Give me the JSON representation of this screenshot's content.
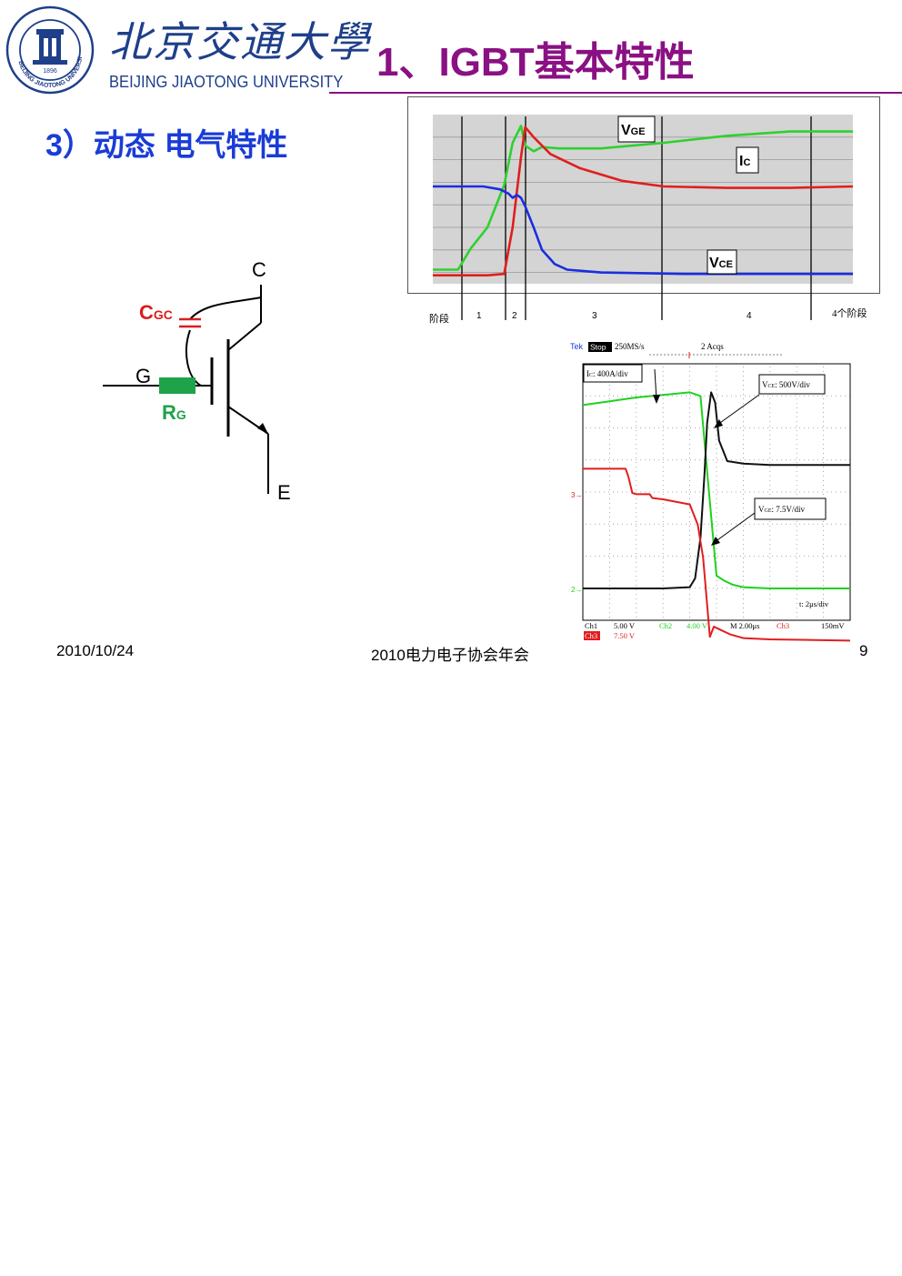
{
  "header": {
    "logo_cn": "北京交通大學",
    "logo_en": "BEIJING JIAOTONG UNIVERSITY",
    "seal_text": "BEIJING JIAOTONG UNIVERSITY",
    "seal_year": "1896",
    "title": "1、IGBT基本特性",
    "subtitle": "3）动态 电气特性",
    "accent_color": "#8a1083",
    "subtitle_color": "#1a3cd6"
  },
  "circuit": {
    "label_c": "C",
    "label_cgc": "C",
    "label_cgc_sub": "GC",
    "label_g": "G",
    "label_rg": "R",
    "label_rg_sub": "G",
    "label_e": "E",
    "resistor_color": "#1fa34a",
    "capacitor_color": "#d81e1e"
  },
  "chart_top": {
    "type": "line",
    "stage_axis_label": "阶段",
    "stage_labels": [
      "1",
      "2",
      "3",
      "4"
    ],
    "stage_end_label": "4个阶段",
    "series": [
      {
        "name": "V",
        "sub": "GE",
        "color": "#2ed12e",
        "x": [
          0,
          6,
          9,
          13,
          17,
          19,
          21,
          22,
          24,
          26,
          30,
          40,
          55,
          70,
          85,
          100
        ],
        "y": [
          10,
          10,
          25,
          40,
          70,
          100,
          112,
          98,
          94,
          97,
          96,
          96,
          100,
          105,
          108,
          108
        ]
      },
      {
        "name": "I",
        "sub": "C",
        "color": "#e01e1e",
        "x": [
          0,
          13,
          17,
          19,
          21,
          22,
          24,
          28,
          35,
          45,
          55,
          70,
          85,
          100
        ],
        "y": [
          6,
          6,
          7,
          40,
          90,
          111,
          104,
          92,
          82,
          73,
          69,
          68,
          68,
          69
        ]
      },
      {
        "name": "V",
        "sub": "CE",
        "color": "#1a2ee0",
        "x": [
          0,
          12,
          16,
          18,
          19,
          20,
          21,
          22,
          24,
          26,
          29,
          32,
          40,
          60,
          100
        ],
        "y": [
          69,
          69,
          67,
          64,
          61,
          63,
          61,
          55,
          40,
          24,
          14,
          10,
          8,
          7,
          7
        ]
      }
    ]
  },
  "chart_bottom": {
    "type": "line",
    "header_tek": "Tek",
    "header_stop": "Stop",
    "header_rate": "250MS/s",
    "header_acqs": "2 Acqs",
    "ann_ic": "I",
    "ann_ic_sub": "C",
    "ann_ic_rest": ": 400A/div",
    "ann_vce": "V",
    "ann_vce_sub": "CE",
    "ann_vce_rest": ": 500V/div",
    "ann_vge": "V",
    "ann_vge_sub": "GE",
    "ann_vge_rest": ": 7.5V/div",
    "ann_time": "t: 2μs/div",
    "marker_3": "3→",
    "marker_2": "2→",
    "footer_ch1": "Ch1",
    "footer_ch1_val": "5.00 V",
    "footer_ch2": "Ch2",
    "footer_ch2_val": "4.00 V",
    "footer_m": "M 2.00μs",
    "footer_ch3": "Ch3",
    "footer_ch3_val": "150mV",
    "footer_ch3b": "Ch3",
    "footer_ch3b_val": "7.50 V",
    "series": [
      {
        "color": "#1fd11f",
        "x": [
          0,
          1,
          2,
          3,
          4,
          4.4,
          4.7,
          5,
          5.3,
          5.6,
          6,
          7,
          8,
          10
        ],
        "y": [
          7.2,
          7.35,
          7.5,
          7.6,
          7.7,
          7.55,
          4,
          0.5,
          0.3,
          0.15,
          0.05,
          0,
          0,
          0
        ]
      },
      {
        "color": "#111111",
        "x": [
          0,
          3,
          4.0,
          4.2,
          4.4,
          4.55,
          4.65,
          4.8,
          4.95,
          5.1,
          5.4,
          6,
          7,
          10
        ],
        "y": [
          0,
          0,
          0.05,
          0.4,
          2,
          4.5,
          6.5,
          7.7,
          7.3,
          5.8,
          5.0,
          4.9,
          4.85,
          4.85
        ]
      },
      {
        "color": "#e01e1e",
        "x": [
          0,
          1.6,
          1.7,
          1.85,
          2.0,
          2.5,
          2.6,
          3.0,
          4.0,
          4.3,
          4.5,
          4.75,
          4.9,
          5.1,
          5.5,
          6,
          7,
          10
        ],
        "y": [
          4.7,
          4.7,
          4.4,
          3.75,
          3.7,
          3.7,
          3.55,
          3.5,
          3.3,
          2.5,
          1.2,
          -1.9,
          -1.5,
          -1.6,
          -1.8,
          -1.95,
          -2.0,
          -2.05
        ]
      }
    ]
  },
  "footer": {
    "date": "2010/10/24",
    "center": "2010电力电子协会年会",
    "page": "9"
  }
}
